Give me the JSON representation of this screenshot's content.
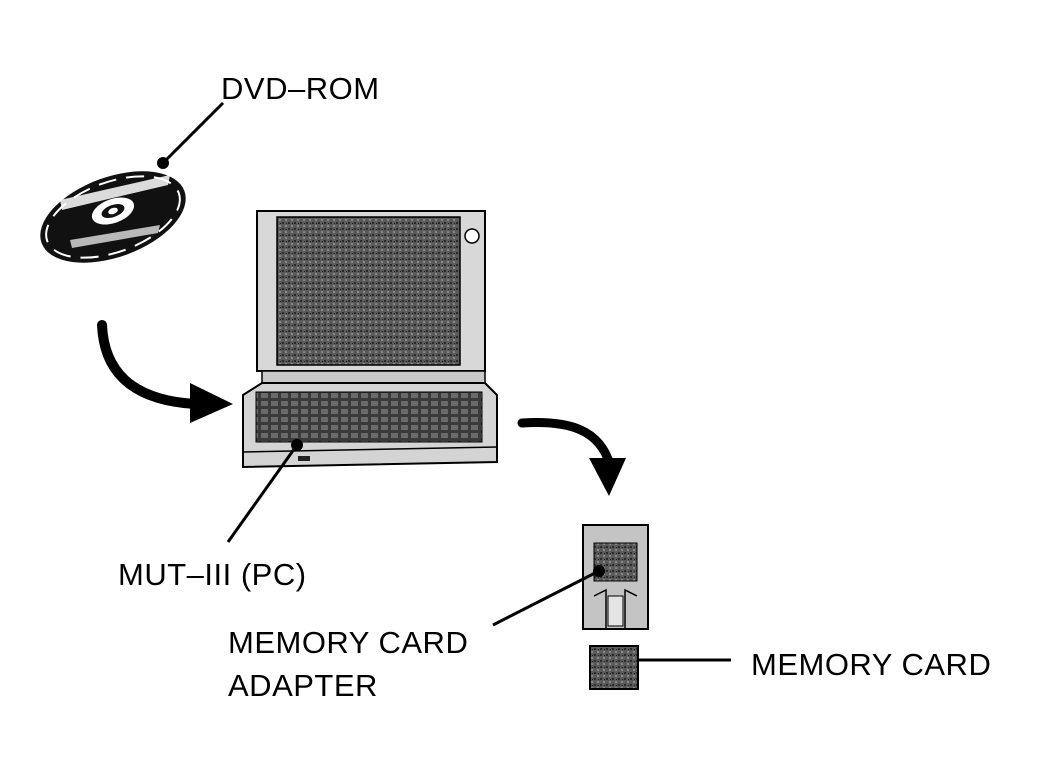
{
  "labels": {
    "dvd_rom": "DVD–ROM",
    "mut_pc": "MUT–III (PC)",
    "adapter_line1": "MEMORY CARD",
    "adapter_line2": "ADAPTER",
    "memory_card": "MEMORY CARD"
  },
  "colors": {
    "ink": "#000000",
    "paper": "#ffffff",
    "screen": "#4a4a4a",
    "casing": "#d6d6d6"
  },
  "icons": [
    "dvd-disc-icon",
    "laptop-icon",
    "memory-card-adapter-icon",
    "memory-card-icon",
    "curved-arrow-icon"
  ]
}
